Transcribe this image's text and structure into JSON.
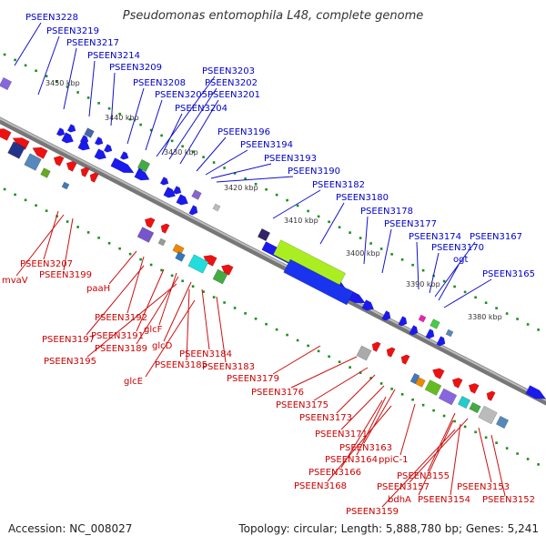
{
  "title": "Pseudomonas entomophila L48, complete genome",
  "footer": {
    "accession": "Accession: NC_008027",
    "summary": "Topology: circular; Length: 5,888,780 bp; Genes: 5,241"
  },
  "colors": {
    "forward_label": "#0000cc",
    "reverse_label": "#cc0000",
    "backbone": "#777777",
    "tick": "#1a8f1a",
    "forward_gene": "#1a1aee",
    "reverse_gene": "#ee1111"
  },
  "kbp_labels": [
    "3450 kbp",
    "3440 kbp",
    "3430 kbp",
    "3420 kbp",
    "3410 kbp",
    "3400 kbp",
    "3390 kbp",
    "3380 kbp"
  ],
  "forward_labels": [
    "PSEEN3228",
    "PSEEN3219",
    "PSEEN3217",
    "PSEEN3214",
    "PSEEN3209",
    "PSEEN3208",
    "PSEEN3205",
    "PSEEN3204",
    "PSEEN3203",
    "PSEEN3202",
    "PSEEN3201",
    "PSEEN3196",
    "PSEEN3194",
    "PSEEN3193",
    "PSEEN3190",
    "PSEEN3182",
    "PSEEN3180",
    "PSEEN3178",
    "PSEEN3177",
    "PSEEN3174",
    "PSEEN3170",
    "PSEEN3167",
    "ogt",
    "PSEEN3165"
  ],
  "reverse_labels": [
    "PSEEN3207",
    "mvaV",
    "PSEEN3199",
    "paaH",
    "PSEEN3192",
    "PSEEN3197",
    "PSEEN3191",
    "glcF",
    "PSEEN3189",
    "PSEEN3195",
    "glcD",
    "PSEEN3184",
    "PSEEN3185",
    "PSEEN3183",
    "glcE",
    "PSEEN3179",
    "PSEEN3176",
    "PSEEN3175",
    "PSEEN3173",
    "PSEEN3171",
    "PSEEN3163",
    "ppiC-1",
    "PSEEN3164",
    "PSEEN3166",
    "PSEEN3155",
    "PSEEN3168",
    "PSEEN3157",
    "PSEEN3153",
    "bdhA",
    "PSEEN3154",
    "PSEEN3152",
    "PSEEN3159"
  ]
}
